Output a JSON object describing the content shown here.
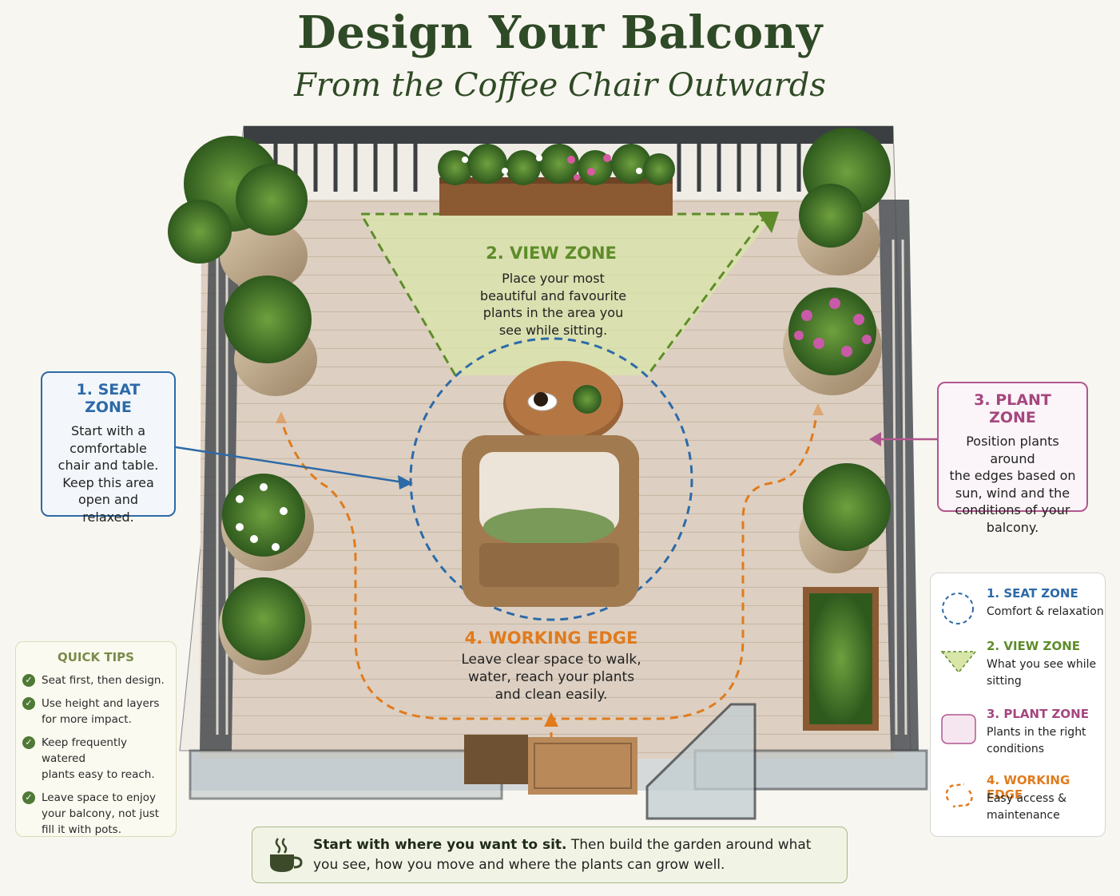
{
  "header": {
    "title": "Design Your Balcony",
    "subtitle": "From the Coffee Chair Outwards"
  },
  "zones": {
    "seat": {
      "title": "1. SEAT ZONE",
      "lines": [
        "Start with a",
        "comfortable",
        "chair and table.",
        "Keep this area",
        "open and",
        "relaxed."
      ]
    },
    "view": {
      "title": "2. VIEW ZONE",
      "lines": [
        "Place your most",
        "beautiful and favourite",
        "plants in the area you",
        "see while sitting."
      ]
    },
    "plant": {
      "title": "3. PLANT ZONE",
      "lines": [
        "Position plants around",
        "the edges based on",
        "sun, wind and the",
        "conditions of your",
        "balcony."
      ]
    },
    "working": {
      "title": "4. WORKING EDGE",
      "lines": [
        "Leave clear space to walk,",
        "water, reach your plants",
        "and clean easily."
      ]
    }
  },
  "tips": {
    "title": "QUICK TIPS",
    "items": [
      [
        "Seat first, then design."
      ],
      [
        "Use height and layers",
        "for more impact."
      ],
      [
        "Keep frequently watered",
        "plants easy to reach."
      ],
      [
        "Leave space to enjoy",
        "your balcony, not just",
        "fill it with pots."
      ]
    ]
  },
  "legend": [
    {
      "title": "1. SEAT ZONE",
      "desc": "Comfort & relaxation"
    },
    {
      "title": "2. VIEW ZONE",
      "desc": "What you see while sitting"
    },
    {
      "title": "3. PLANT ZONE",
      "desc": "Plants in the right conditions"
    },
    {
      "title": "4. WORKING EDGE",
      "desc": "Easy access & maintenance"
    }
  ],
  "banner": {
    "bold": "Start with where you want to sit.",
    "rest": " Then build the garden around what you see, how you move and where the plants can grow well."
  },
  "colors": {
    "seat": "#2c6aa8",
    "view": "#5e8c2a",
    "plant": "#b1578f",
    "working": "#e07b1e",
    "title": "#2f4a26",
    "deck": "#ddd0c2"
  },
  "icons": [
    "coffee-cup-icon",
    "check-icon",
    "arrow-icon"
  ]
}
